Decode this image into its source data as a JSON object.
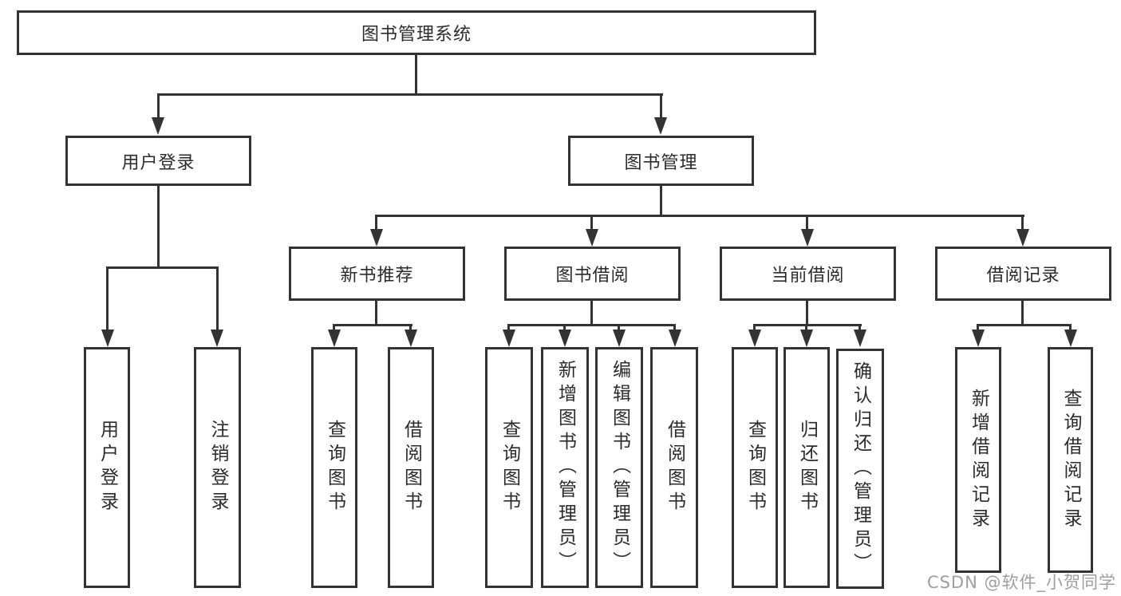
{
  "tree": {
    "root": "图书管理系统",
    "branches": [
      {
        "label": "用户登录",
        "children": [
          "用户登录",
          "注销登录"
        ]
      },
      {
        "label": "图书管理",
        "children": [
          {
            "label": "新书推荐",
            "children": [
              "查询图书",
              "借阅图书"
            ]
          },
          {
            "label": "图书借阅",
            "children": [
              "查询图书",
              "新增图书（管理员）",
              "编辑图书（管理员）",
              "借阅图书"
            ]
          },
          {
            "label": "当前借阅",
            "children": [
              "查询图书",
              "归还图书",
              "确认归还（管理员）"
            ]
          },
          {
            "label": "借阅记录",
            "children": [
              "新增借阅记录",
              "查询借阅记录"
            ]
          }
        ]
      }
    ]
  },
  "watermark": "CSDN @软件_小贺同学",
  "colors": {
    "line": "#333333",
    "text": "#2b2b2b",
    "watermark": "#9e9e9e",
    "background": "#ffffff"
  }
}
